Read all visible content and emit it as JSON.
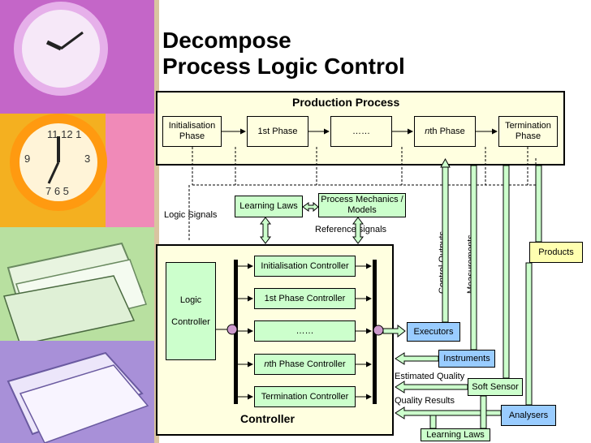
{
  "title": {
    "line1": "Decompose",
    "line2": "Process Logic Control"
  },
  "production": {
    "heading": "Production Process",
    "init": "Initialisation Phase",
    "first": "1st Phase",
    "dots": "……",
    "nth_italic": "n",
    "nth_rest": "th Phase",
    "term": "Termination Phase"
  },
  "mid": {
    "learning_laws": "Learning Laws",
    "process_models": "Process Mechanics / Models",
    "logic_signals": "Logic Signals",
    "reference_signals": "Reference signals",
    "control_outputs": "Control Outputs",
    "measurements": "Measurements",
    "products": "Products"
  },
  "controller": {
    "heading": "Controller",
    "logic_line1": "Logic",
    "logic_line2": "Controller",
    "init": "Initialisation Controller",
    "first": "1st Phase Controller",
    "dots": "……",
    "nth_italic": "n",
    "nth_rest": "th Phase Controller",
    "term": "Termination Controller"
  },
  "right": {
    "executors": "Executors",
    "instruments": "Instruments",
    "soft_sensor": "Soft Sensor",
    "analysers": "Analysers",
    "learning_laws": "Learning Laws",
    "estimated_quality": "Estimated Quality",
    "quality_results": "Quality Results"
  },
  "colors": {
    "panel": "#ffffe0",
    "green": "#ccffcc",
    "blue": "#99ccff",
    "products": "#ffffb0",
    "node": "#cc99cc"
  }
}
